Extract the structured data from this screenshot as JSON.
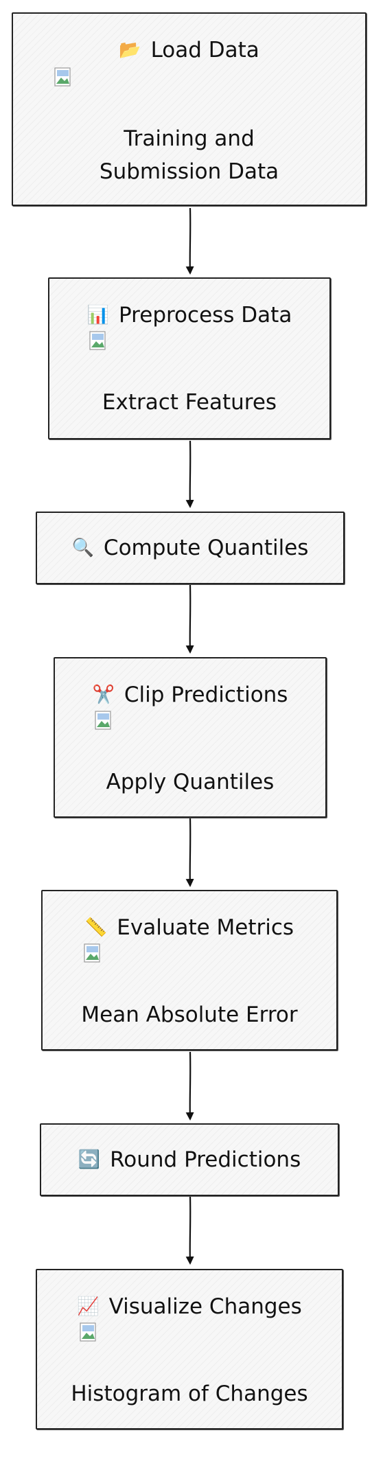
{
  "steps": [
    {
      "icon": "📂",
      "icon_name": "folder-icon",
      "title": "Load Data",
      "subtitle": "Training and Submission Data"
    },
    {
      "icon": "📊",
      "icon_name": "bar-chart-icon",
      "title": "Preprocess Data",
      "subtitle": "Extract Features"
    },
    {
      "icon": "🔍",
      "icon_name": "magnifier-icon",
      "title": "Compute Quantiles"
    },
    {
      "icon": "✂️",
      "icon_name": "scissors-icon",
      "title": "Clip Predictions",
      "subtitle": "Apply Quantiles"
    },
    {
      "icon": "📏",
      "icon_name": "ruler-icon",
      "title": "Evaluate Metrics",
      "subtitle": "Mean Absolute Error"
    },
    {
      "icon": "🔄",
      "icon_name": "refresh-icon",
      "title": "Round Predictions"
    },
    {
      "icon": "📈",
      "icon_name": "line-chart-icon",
      "title": "Visualize Changes",
      "subtitle": "Histogram of Changes"
    }
  ],
  "colors": {
    "node_border": "#222222",
    "node_fill": "#f7f7f7",
    "arrow": "#111111"
  }
}
